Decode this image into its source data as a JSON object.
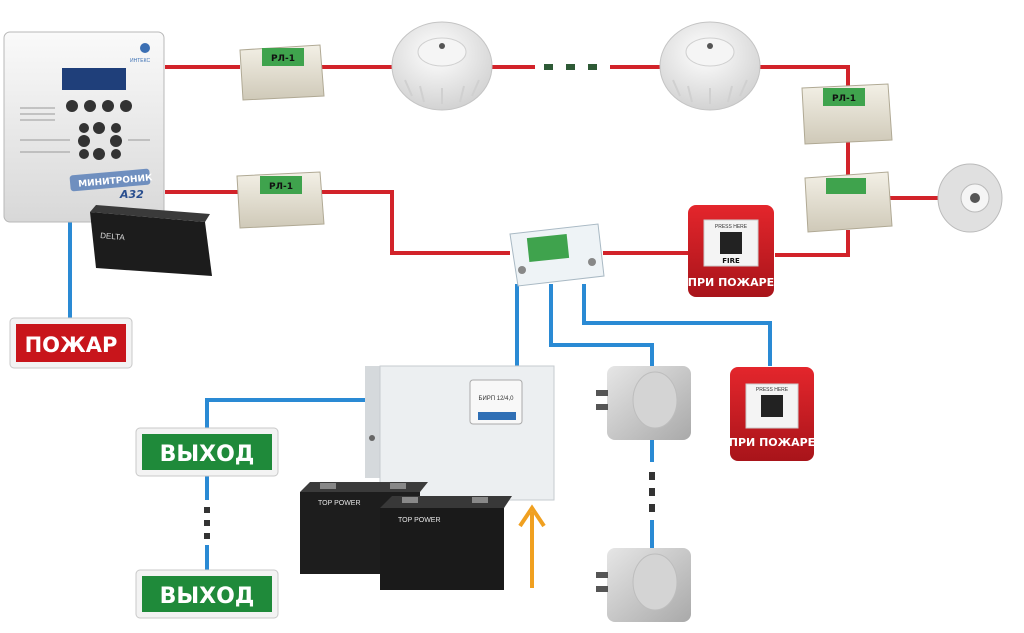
{
  "panel": {
    "brand": "МИНИТРОНИК",
    "model": "А32",
    "logo_text": "ИНТЕКС"
  },
  "relay_label": "РЛ-1",
  "fire_sign": "ПОЖАР",
  "exit_signs": [
    "ВЫХОД",
    "ВЫХОД"
  ],
  "call_point": {
    "fire_label": "FIRE",
    "caption": "ПРИ ПОЖАРЕ",
    "press_here": "PRESS HERE"
  },
  "battery_brand": "TOP POWER",
  "panel_battery_brand": "DELTA",
  "psu_label": "БИРП 12/4,0",
  "colors": {
    "loop_line": "#d2232a",
    "signal_line": "#2a8ad4",
    "power_arrow": "#f0a020",
    "exit_green": "#1f8a3a",
    "fire_red": "#c8151b",
    "relay_green": "#3fa34d"
  },
  "icons": [
    "relay-module-icon",
    "smoke-detector-icon",
    "manual-call-point-icon",
    "siren-icon",
    "junction-box-icon",
    "battery-icon",
    "power-supply-icon",
    "strobe-icon"
  ]
}
